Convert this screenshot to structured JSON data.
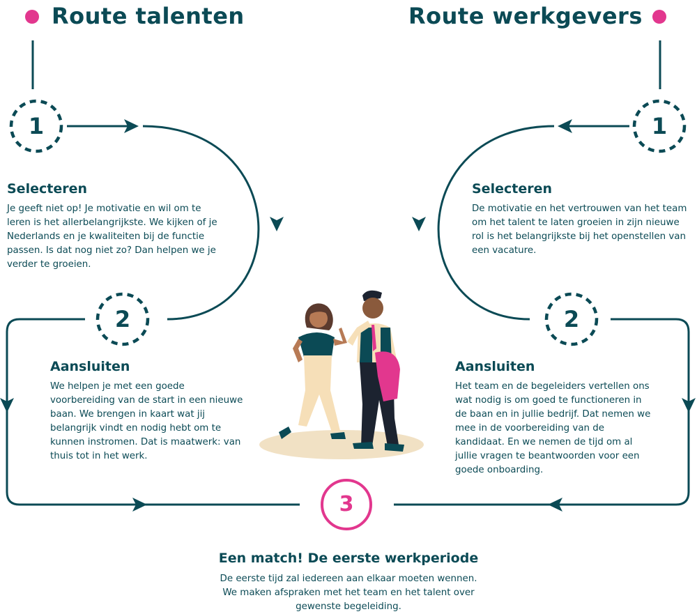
{
  "colors": {
    "teal": "#0b4a55",
    "pink": "#e2378e",
    "floor": "#f1e1c4"
  },
  "left": {
    "title": "Route talenten",
    "step1": {
      "number": "1",
      "heading": "Selecteren",
      "lines": [
        "Je geeft niet op! Je motivatie en wil om te",
        "leren is het allerbelangrijkste. We kijken of je",
        "Nederlands en je kwaliteiten bij de functie",
        "passen. Is dat nog niet zo? Dan helpen we je",
        "verder te groeien."
      ]
    },
    "step2": {
      "number": "2",
      "heading": "Aansluiten",
      "lines": [
        "We helpen je met een goede",
        "voorbereiding van de start in een nieuwe",
        "baan. We brengen in kaart wat jij",
        "belangrijk vindt en nodig hebt om te",
        "kunnen instromen. Dat is maatwerk: van",
        "thuis tot in het werk."
      ]
    }
  },
  "right": {
    "title": "Route werkgevers",
    "step1": {
      "number": "1",
      "heading": "Selecteren",
      "lines": [
        "De motivatie en het vertrouwen van het team",
        "om het talent te laten groeien in zijn nieuwe",
        "rol is het belangrijkste bij het openstellen van",
        "een vacature."
      ]
    },
    "step2": {
      "number": "2",
      "heading": "Aansluiten",
      "lines": [
        "Het team en de begeleiders vertellen ons",
        "wat nodig is om goed te functioneren in",
        "de baan en in jullie bedrijf. Dat nemen we",
        "mee in de voorbereiding van de",
        "kandidaat. En we nemen de tijd om al",
        "jullie vragen te beantwoorden voor een",
        "goede onboarding."
      ]
    }
  },
  "final": {
    "number": "3",
    "heading": "Een match! De eerste werkperiode",
    "lines": [
      "De eerste tijd zal iedereen aan elkaar moeten wennen.",
      "We maken afspraken met het team en het talent over",
      "gewenste begeleiding."
    ]
  }
}
